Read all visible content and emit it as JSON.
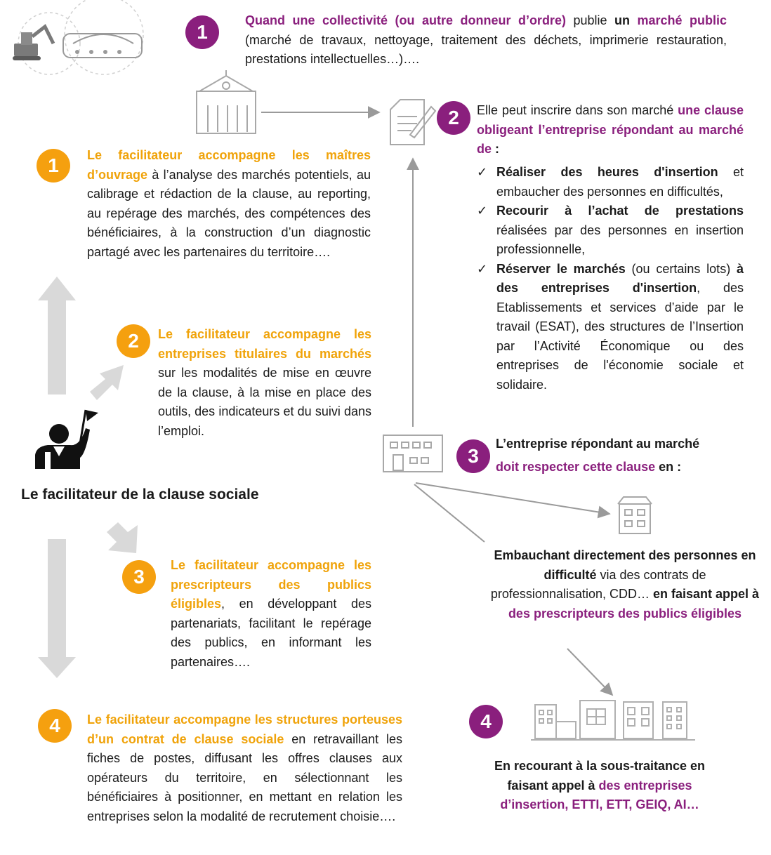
{
  "colors": {
    "purple": "#8a1f7d",
    "orange": "#f5a00f",
    "grey": "#d9d9d9"
  },
  "icons": {
    "top_left": "construction-machinery-icon",
    "city_hall": "city-hall-icon",
    "contract": "contract-signing-icon",
    "company": "company-building-icon",
    "small_building": "small-building-icon",
    "buildings_group": "buildings-group-icon",
    "facilitator": "facilitator-with-flag-icon"
  },
  "badges": [
    "1",
    "2",
    "3",
    "4"
  ],
  "step1": {
    "t1": "Quand une collectivité (ou autre donneur d’ordre)",
    "t2": " publie ",
    "t3": "un",
    "t4": "marché public",
    "t5": " (marché de travaux, nettoyage, traitement des déchets, imprimerie restauration, prestations intellectuelles…)…."
  },
  "step2": {
    "t1": "Elle peut inscrire dans son marché ",
    "t2": "une clause obligeant l’entreprise répondant au marché de",
    "t3": " :",
    "items": [
      {
        "b": "Réaliser des heures d'insertion",
        "r": " et embaucher des personnes en difficultés,"
      },
      {
        "b": "Recourir à l’achat de prestations",
        "r": " réalisées par des personnes en insertion professionnelle,"
      },
      {
        "b": "Réserver le marchés",
        "r": " (ou certains lots) ",
        "b2": "à des entreprises d'insertion",
        "r2": ", des Etablissements et services d’aide par le travail (ESAT), des structures de l’Insertion par l’Activité Économique ou des entreprises de l'économie sociale et solidaire."
      }
    ]
  },
  "step3": {
    "t1": "L’entreprise répondant au marché",
    "t2": "doit respecter cette clause",
    "t3": " en :",
    "hire": {
      "b1": "Embauchant directement des personnes en difficulté",
      "r1": " via des contrats de professionnalisation, CDD… ",
      "b2": "en faisant appel à ",
      "p": "des prescripteurs des publics éligibles"
    }
  },
  "step4": {
    "b1": "En recourant à la sous-traitance en faisant appel à ",
    "p": "des entreprises d’insertion, ETTI, ETT, GEIQ, AI…"
  },
  "facilitator": {
    "title": "Le facilitateur de la clause sociale",
    "f1": {
      "o": "Le facilitateur accompagne les maîtres d’ouvrage",
      "r": " à l’analyse des marchés potentiels, au calibrage et rédaction de la clause, au reporting, au repérage des marchés, des compétences des bénéficiaires, à la construction d’un diagnostic partagé avec les partenaires du territoire…."
    },
    "f2": {
      "o": "Le facilitateur accompagne les entreprises titulaires du marchés",
      "r": " sur les modalités de mise en œuvre de la clause, à la mise en place des outils, des indicateurs et du suivi dans l’emploi."
    },
    "f3": {
      "o": "Le facilitateur accompagne les prescripteurs des publics éligibles",
      "r": ", en développant des partenariats, facilitant le repérage des publics, en informant les partenaires…."
    },
    "f4": {
      "o": "Le facilitateur accompagne les structures porteuses d’un contrat de clause sociale",
      "r": " en retravaillant les fiches de postes, diffusant les offres clauses aux opérateurs du territoire, en sélectionnant les bénéficiaires à positionner, en mettant en relation les entreprises selon la modalité de recrutement choisie…."
    }
  }
}
